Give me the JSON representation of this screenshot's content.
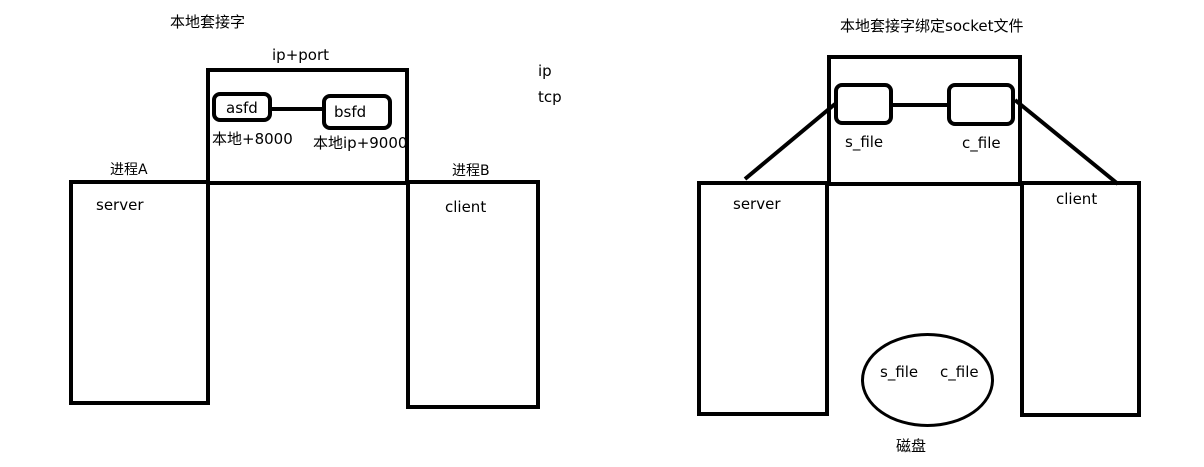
{
  "left": {
    "title": "本地套接字",
    "ip_port": "ip+port",
    "ip": "ip",
    "tcp": "tcp",
    "asfd": "asfd",
    "bsfd": "bsfd",
    "local_8000": "本地+8000",
    "local_ip_9000": "本地ip+9000",
    "process_a": "进程A",
    "process_b": "进程B",
    "server": "server",
    "client": "client"
  },
  "right": {
    "title": "本地套接字绑定socket文件",
    "s_file": "s_file",
    "c_file": "c_file",
    "server": "server",
    "client": "client",
    "disk_s_file": "s_file",
    "disk_c_file": "c_file",
    "disk": "磁盘"
  }
}
